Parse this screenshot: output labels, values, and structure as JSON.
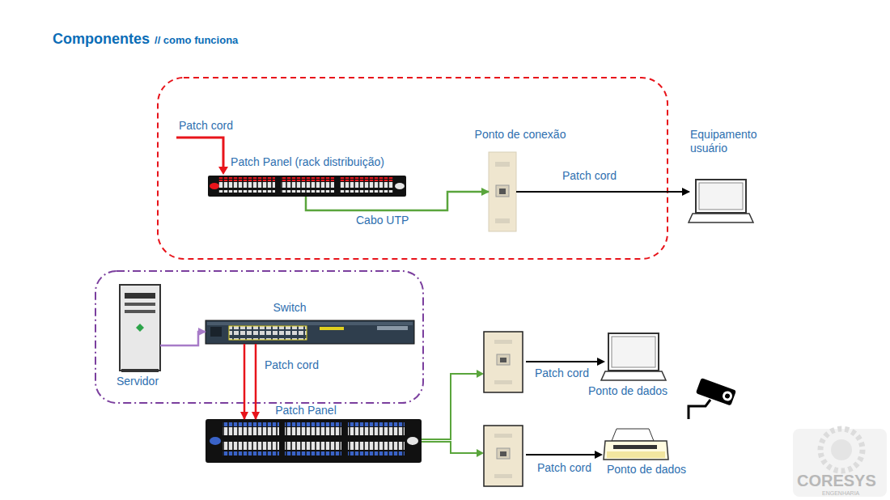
{
  "diagram": {
    "title": "Componentes",
    "nodes": [
      {
        "text": [
          "Patch Panel (rack distribuição)"
        ]
      },
      {
        "text": [
          "Ponto de conexão"
        ]
      },
      {
        "text": [
          "Equipamento usuário"
        ]
      },
      {
        "text": [
          "Servidor"
        ]
      },
      {
        "text": [
          "Switch"
        ]
      },
      {
        "text": [
          "Patch Panel"
        ]
      },
      {
        "text": [
          "Ponto de dados"
        ]
      },
      {
        "text": [
          "Ponto de dados"
        ]
      }
    ],
    "edges": [
      {
        "from": 0,
        "to": 1,
        "label": "Cabo UTP",
        "arrow": "to"
      },
      {
        "from": 1,
        "to": 2,
        "label": "Patch cord",
        "arrow": "to"
      },
      {
        "from": 3,
        "to": 4,
        "arrow": "to"
      },
      {
        "from": 4,
        "to": 5,
        "arrow": "to"
      },
      {
        "from": 4,
        "to": 5,
        "label": "Patch cord",
        "arrow": "to"
      }
    ],
    "labels": [
      "// como funciona",
      "Patch cord",
      "Patch cord",
      "Patch cord",
      "CORESYS",
      "ENGENHARIA"
    ]
  }
}
